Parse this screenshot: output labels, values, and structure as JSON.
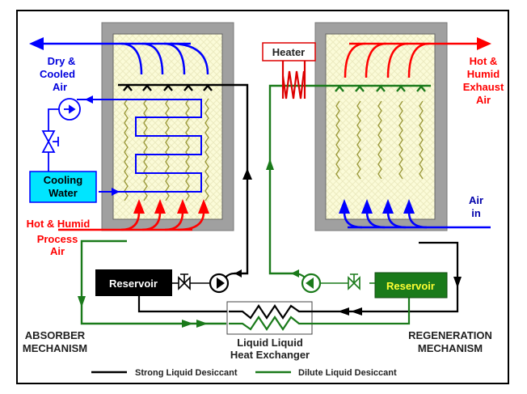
{
  "diagram": {
    "title": "Liquid desiccant dehumidification system",
    "labels": {
      "dry_cooled_air": [
        "Dry &",
        "Cooled",
        "Air"
      ],
      "cooling_water": [
        "Cooling",
        "Water"
      ],
      "hot_humid_process": [
        "Hot & Humid",
        "Process",
        "Air"
      ],
      "heater": "Heater",
      "hot_humid_exhaust": [
        "Hot &",
        "Humid",
        "Exhaust",
        "Air"
      ],
      "air_in": [
        "Air",
        "in"
      ],
      "reservoir_left": "Reservoir",
      "reservoir_right": "Reservoir",
      "heat_exchanger": [
        "Liquid Liquid",
        "Heat Exchanger"
      ],
      "absorber": [
        "ABSORBER",
        "MECHANISM"
      ],
      "regeneration": [
        "REGENERATION",
        "MECHANISM"
      ]
    },
    "legend": [
      {
        "label": "Strong Liquid Desiccant",
        "color": "#000000"
      },
      {
        "label": "Dilute Liquid Desiccant",
        "color": "#1a7a1a"
      }
    ],
    "colors": {
      "strong": "#000000",
      "dilute": "#1a7a1a",
      "air_cool": "#0000ff",
      "air_hot": "#ff0000",
      "cooling_water_fill": "#00e5ff",
      "reservoir_right_fill": "#1a7a1a",
      "reservoir_right_text": "#ffff33",
      "casing": "#a0a0a0",
      "packing": "#fbfbd8",
      "coil": "#9c9a3c"
    }
  }
}
